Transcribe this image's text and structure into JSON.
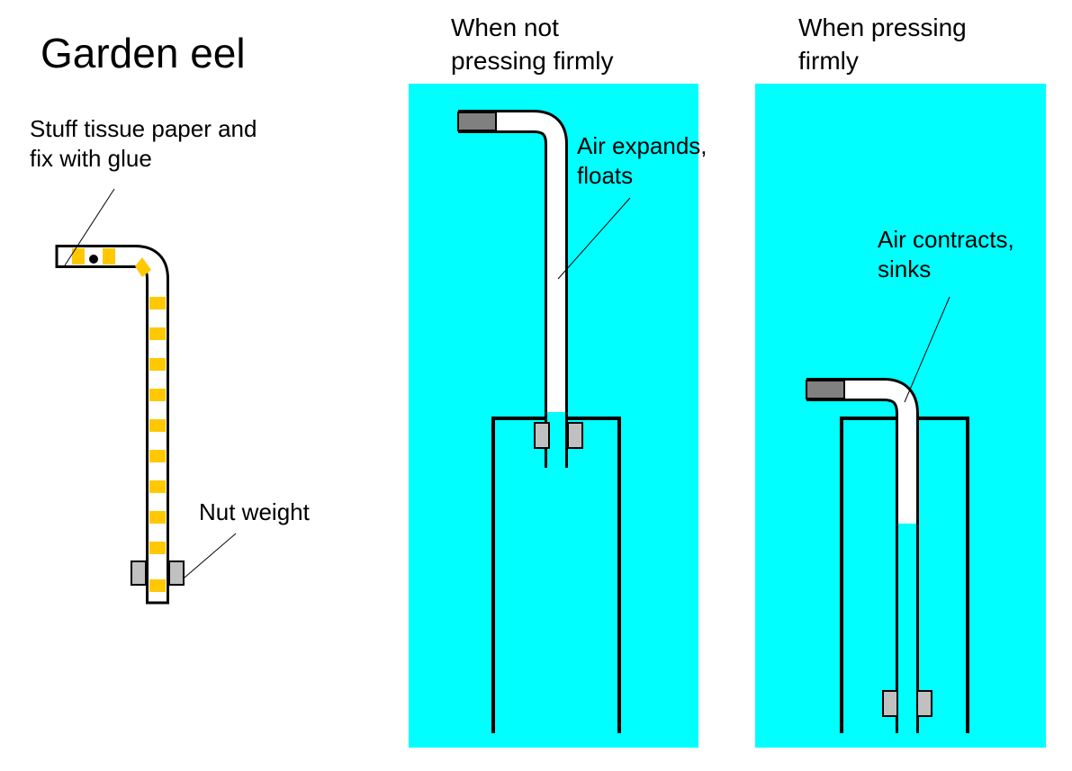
{
  "title": "Garden eel",
  "panels": {
    "left": {
      "label_tissue": "Stuff tissue paper and\nfix with glue",
      "label_weight": "Nut weight"
    },
    "middle": {
      "heading": "When not\npressing firmly",
      "label_state": "Air expands,\nfloats"
    },
    "right": {
      "heading": "When pressing\nfirmly",
      "label_state": "Air contracts,\nsinks"
    }
  },
  "colors": {
    "water": "#00FFFF",
    "stripe": "#FFC800",
    "cap": "#808080",
    "nut": "#C0C0C0",
    "outline": "#000000"
  }
}
